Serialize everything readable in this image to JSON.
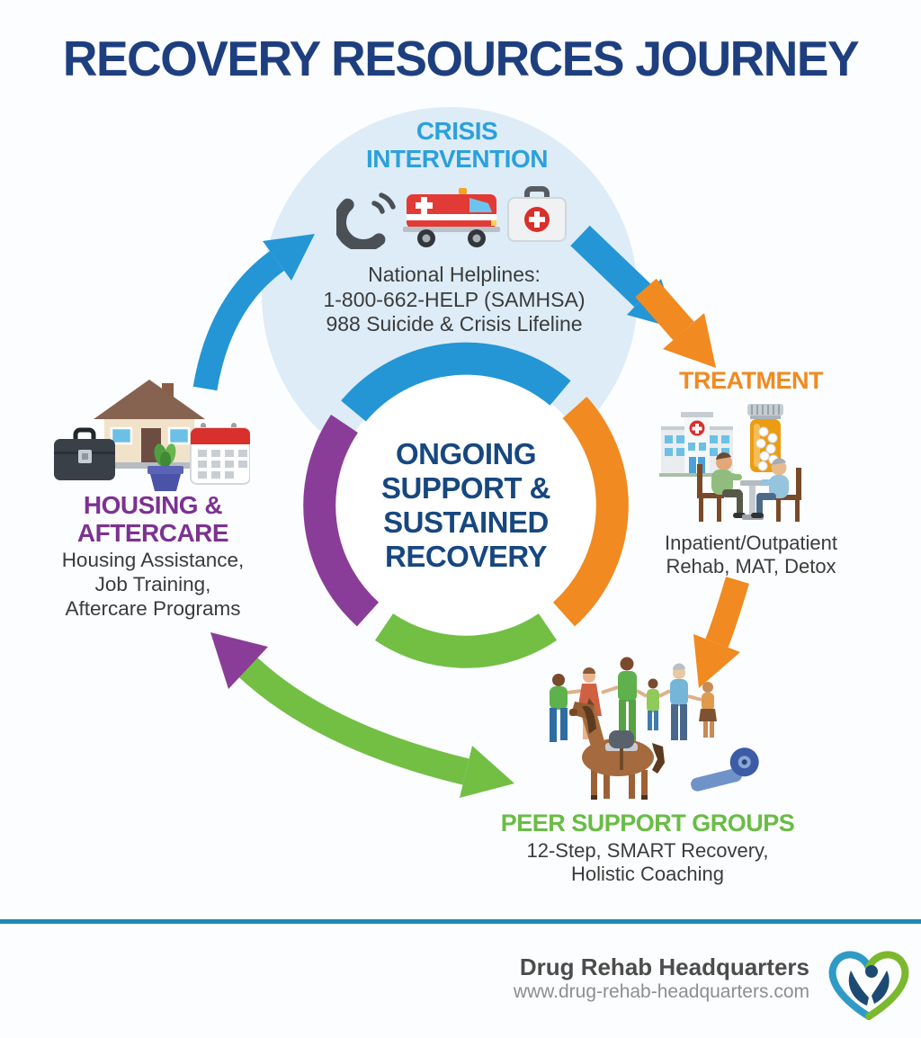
{
  "title": "RECOVERY RESOURCES JOURNEY",
  "center": {
    "lines": [
      "ONGOING",
      "SUPPORT &",
      "SUSTAINED",
      "RECOVERY"
    ]
  },
  "stages": {
    "crisis": {
      "heading_lines": [
        "CRISIS",
        "INTERVENTION"
      ],
      "details": [
        "National Helplines:",
        "1-800-662-HELP (SAMHSA)",
        "988 Suicide & Crisis Lifeline"
      ],
      "icons": [
        "phone-icon",
        "ambulance-icon",
        "first-aid-kit-icon"
      ],
      "color": "#2ba1dc"
    },
    "treatment": {
      "heading": "TREATMENT",
      "details": [
        "Inpatient/Outpatient",
        "Rehab, MAT, Detox"
      ],
      "icons": [
        "hospital-icon",
        "pill-bottle-icon",
        "counseling-table-icon"
      ],
      "color": "#f08a21"
    },
    "peer_support": {
      "heading": "PEER SUPPORT GROUPS",
      "details": [
        "12-Step, SMART Recovery,",
        "Holistic Coaching"
      ],
      "icons": [
        "support-group-icon",
        "therapy-horse-icon",
        "yoga-mat-icon"
      ],
      "color": "#6abc45"
    },
    "housing": {
      "heading_lines": [
        "HOUSING &",
        "AFTERCARE"
      ],
      "details": [
        "Housing Assistance,",
        "Job Training,",
        "Aftercare Programs"
      ],
      "icons": [
        "briefcase-icon",
        "house-icon",
        "plant-icon",
        "calendar-icon"
      ],
      "color": "#7c3292"
    }
  },
  "colors": {
    "blue": "#2496d5",
    "orange": "#f08a21",
    "green": "#72bf44",
    "purple": "#8a3d98",
    "navy_title": "#1e3f7f",
    "center_text": "#17477f",
    "light_blue_circle": "#ddecf7",
    "divider": "#2089b4",
    "body_text": "#3b3b3b"
  },
  "footer": {
    "brand": "Drug Rehab Headquarters",
    "url": "www.drug-rehab-headquarters.com"
  }
}
